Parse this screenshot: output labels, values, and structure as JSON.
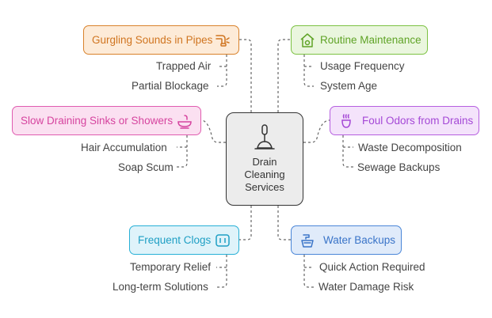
{
  "center": {
    "lines": [
      "Drain",
      "Cleaning",
      "Services"
    ],
    "icon": "plunger-icon"
  },
  "colors": {
    "orange": "#d9822b",
    "green": "#7cc242",
    "pink": "#e05cb0",
    "purple": "#b65fe0",
    "teal": "#27b0d6",
    "blue": "#4a86d8",
    "connector": "#666666"
  },
  "nodes": {
    "gurgling": {
      "label": "Gurgling Sounds in Pipes",
      "icon": "pipe-icon",
      "subs": [
        "Trapped Air",
        "Partial Blockage"
      ]
    },
    "routine": {
      "label": "Routine Maintenance",
      "icon": "house-gear-icon",
      "subs": [
        "Usage Frequency",
        "System Age"
      ]
    },
    "slow": {
      "label": "Slow Draining Sinks or Showers",
      "icon": "sink-icon",
      "subs": [
        "Hair Accumulation",
        "Soap Scum"
      ]
    },
    "odors": {
      "label": "Foul Odors from Drains",
      "icon": "odor-icon",
      "subs": [
        "Waste Decomposition",
        "Sewage Backups"
      ]
    },
    "clogs": {
      "label": "Frequent Clogs",
      "icon": "clog-icon",
      "subs": [
        "Temporary Relief",
        "Long-term Solutions"
      ]
    },
    "backups": {
      "label": "Water Backups",
      "icon": "faucet-icon",
      "subs": [
        "Quick Action Required",
        "Water Damage Risk"
      ]
    }
  }
}
